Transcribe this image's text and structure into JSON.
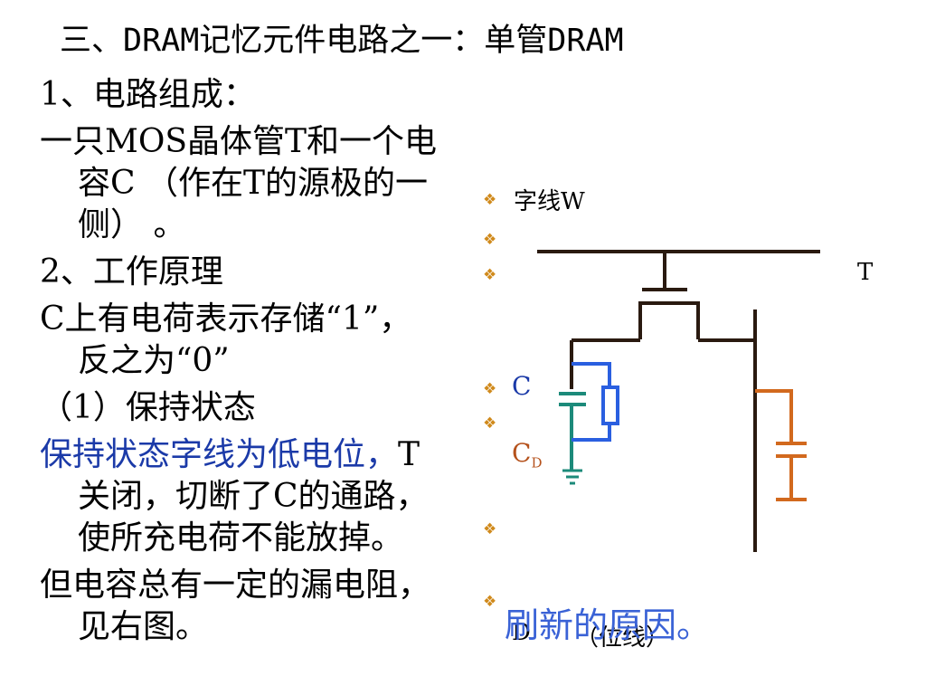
{
  "title": "三、DRAM记忆元件电路之一：单管DRAM",
  "left_text": {
    "section1": "1、电路组成：",
    "composition": "一只MOS晶体管T和一个电容C （作在T的源极的一侧） 。",
    "section2": "2、工作原理",
    "principle": "C上有电荷表示存储“1”，反之为“0”",
    "state_heading": "（1）保持状态",
    "hold_highlight": "保持状态字线为低电位，",
    "hold_rest": "T关闭，切断了C的通路，使所充电荷不能放掉。",
    "leak": "但电容总有一定的漏电阻，见右图。"
  },
  "diagram": {
    "bullet_glyph": "❖",
    "wordline_label": "字线W",
    "transistor_label": "T",
    "capacitor_label": "C",
    "bitline_cap_label": "C",
    "bitline_cap_subscript": "D",
    "bitline_letter": "D",
    "bitline_label": "（位线）",
    "refresh_note": "刷新的原因。"
  },
  "colors": {
    "text": "#000000",
    "highlight_blue": "#1b3aa8",
    "bullet_orange": "#d08a1c",
    "capacitor_teal": "#1c8a7a",
    "resistor_blue": "#2a5fe0",
    "bitline_cap_orange": "#d2691e",
    "refresh_blue": "#3a62d6",
    "wire": "#2a1a10"
  }
}
